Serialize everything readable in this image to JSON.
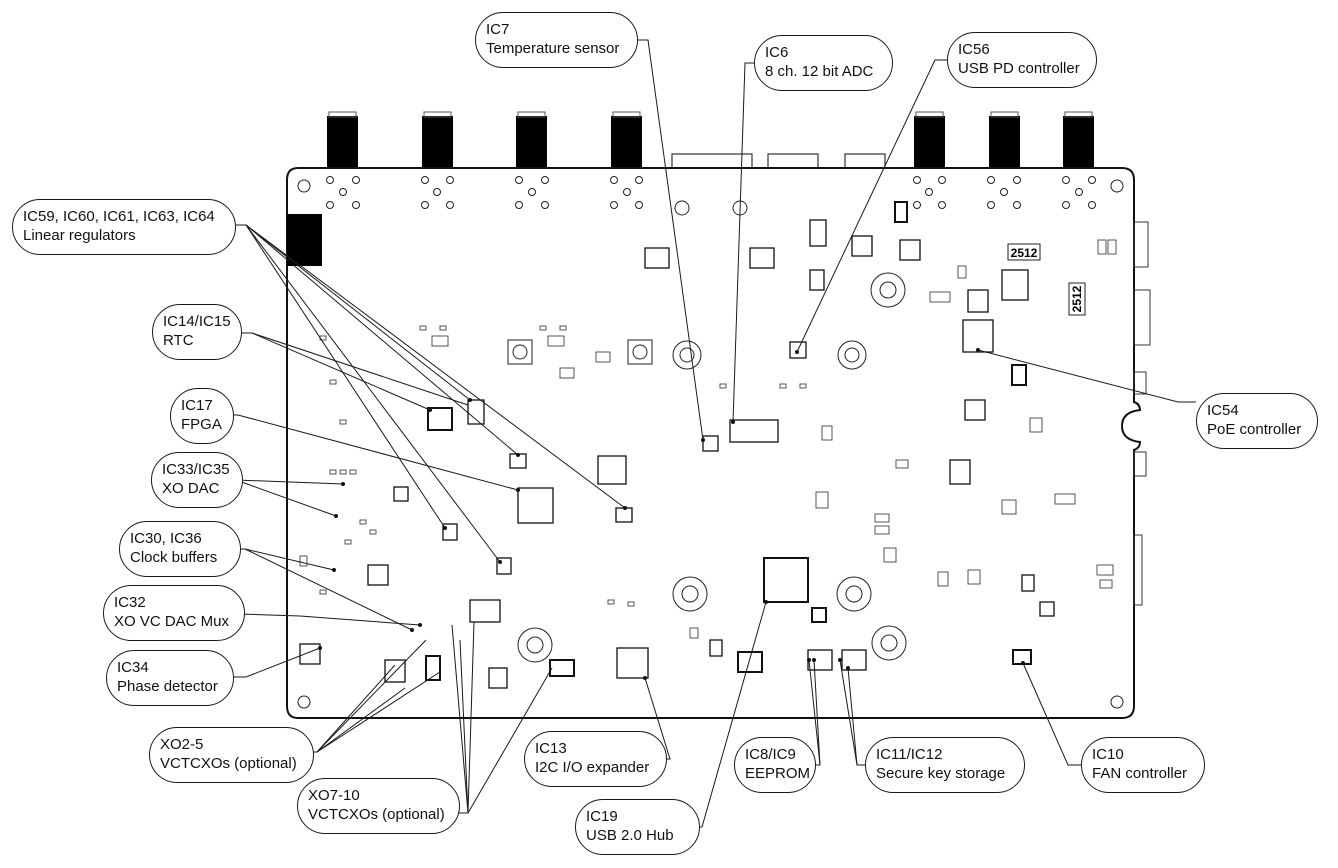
{
  "diagram": {
    "title": "PCB component callouts",
    "colors": {
      "line": "#1a1a1a",
      "fill": "#000000",
      "background": "#ffffff"
    },
    "callouts": [
      {
        "id": "ic59-64",
        "ref": "IC59, IC60, IC61, IC63, IC64",
        "desc": "Linear regulators"
      },
      {
        "id": "ic14-15",
        "ref": "IC14/IC15",
        "desc": "RTC"
      },
      {
        "id": "ic17",
        "ref": "IC17",
        "desc": "FPGA"
      },
      {
        "id": "ic33-35",
        "ref": "IC33/IC35",
        "desc": "XO DAC"
      },
      {
        "id": "ic30-36",
        "ref": "IC30, IC36",
        "desc": "Clock buffers"
      },
      {
        "id": "ic32",
        "ref": "IC32",
        "desc": "XO VC DAC Mux"
      },
      {
        "id": "ic34",
        "ref": "IC34",
        "desc": "Phase detector"
      },
      {
        "id": "xo2-5",
        "ref": "XO2-5",
        "desc": "VCTCXOs (optional)"
      },
      {
        "id": "xo7-10",
        "ref": "XO7-10",
        "desc": "VCTCXOs (optional)"
      },
      {
        "id": "ic13",
        "ref": "IC13",
        "desc": "I2C I/O expander"
      },
      {
        "id": "ic19",
        "ref": "IC19",
        "desc": "USB 2.0 Hub"
      },
      {
        "id": "ic8-9",
        "ref": "IC8/IC9",
        "desc": "EEPROM"
      },
      {
        "id": "ic11-12",
        "ref": "IC11/IC12",
        "desc": "Secure key storage"
      },
      {
        "id": "ic10",
        "ref": "IC10",
        "desc": "FAN controller"
      },
      {
        "id": "ic54",
        "ref": "IC54",
        "desc": "PoE controller"
      },
      {
        "id": "ic7",
        "ref": "IC7",
        "desc": "Temperature sensor"
      },
      {
        "id": "ic6",
        "ref": "IC6",
        "desc": "8 ch. 12 bit ADC"
      },
      {
        "id": "ic56",
        "ref": "IC56",
        "desc": "USB PD controller"
      }
    ],
    "board_markings": [
      {
        "id": "resistor-2512-a",
        "text": "2512"
      },
      {
        "id": "resistor-2512-b",
        "text": "2512"
      }
    ]
  }
}
